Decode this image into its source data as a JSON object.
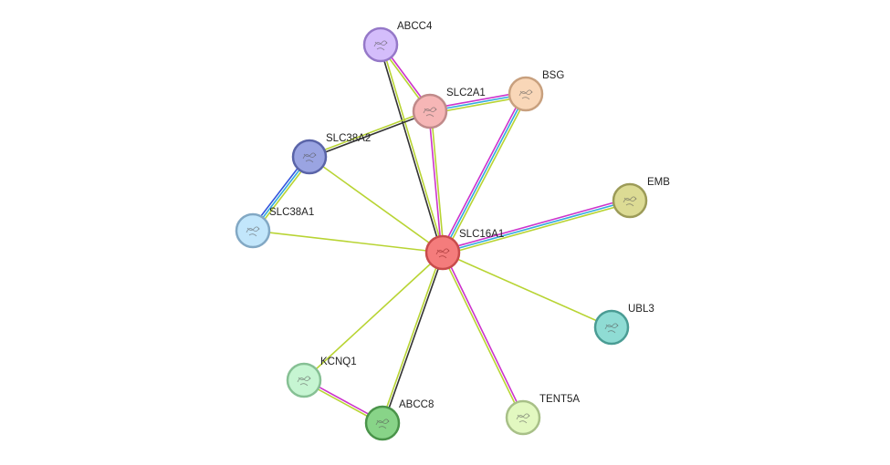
{
  "network": {
    "nodes": [
      {
        "id": "SLC16A1",
        "label": "SLC16A1",
        "fill": "#f47c7c",
        "stroke": "#c84b4b",
        "center": true
      },
      {
        "id": "ABCC4",
        "label": "ABCC4",
        "fill": "#d4bdfb",
        "stroke": "#9578c8"
      },
      {
        "id": "SLC2A1",
        "label": "SLC2A1",
        "fill": "#f6b6b6",
        "stroke": "#c08a8a"
      },
      {
        "id": "BSG",
        "label": "BSG",
        "fill": "#f9d7b8",
        "stroke": "#c8a07e"
      },
      {
        "id": "SLC38A2",
        "label": "SLC38A2",
        "fill": "#9aa4e2",
        "stroke": "#5a64a8"
      },
      {
        "id": "SLC38A1",
        "label": "SLC38A1",
        "fill": "#c2e6fb",
        "stroke": "#82a8c4"
      },
      {
        "id": "EMB",
        "label": "EMB",
        "fill": "#dcdb94",
        "stroke": "#9c9b58"
      },
      {
        "id": "UBL3",
        "label": "UBL3",
        "fill": "#8fdcd4",
        "stroke": "#4a9c94"
      },
      {
        "id": "KCNQ1",
        "label": "KCNQ1",
        "fill": "#c6f5d2",
        "stroke": "#86c094"
      },
      {
        "id": "ABCC8",
        "label": "ABCC8",
        "fill": "#88d488",
        "stroke": "#4a944a"
      },
      {
        "id": "TENT5A",
        "label": "TENT5A",
        "fill": "#e2f8c0",
        "stroke": "#a8c088"
      }
    ],
    "edges": [
      {
        "source": "SLC16A1",
        "target": "ABCC4",
        "colors": [
          "#333333",
          "#b8d433"
        ]
      },
      {
        "source": "SLC16A1",
        "target": "SLC2A1",
        "colors": [
          "#cc33cc",
          "#b8d433"
        ]
      },
      {
        "source": "SLC16A1",
        "target": "BSG",
        "colors": [
          "#cc33cc",
          "#33aadd",
          "#b8d433"
        ]
      },
      {
        "source": "SLC16A1",
        "target": "SLC38A2",
        "colors": [
          "#b8d433"
        ]
      },
      {
        "source": "SLC16A1",
        "target": "SLC38A1",
        "colors": [
          "#b8d433"
        ]
      },
      {
        "source": "SLC16A1",
        "target": "EMB",
        "colors": [
          "#cc33cc",
          "#33aadd",
          "#b8d433"
        ]
      },
      {
        "source": "SLC16A1",
        "target": "UBL3",
        "colors": [
          "#b8d433"
        ]
      },
      {
        "source": "SLC16A1",
        "target": "KCNQ1",
        "colors": [
          "#b8d433"
        ]
      },
      {
        "source": "SLC16A1",
        "target": "ABCC8",
        "colors": [
          "#333333",
          "#b8d433"
        ]
      },
      {
        "source": "SLC16A1",
        "target": "TENT5A",
        "colors": [
          "#cc33cc",
          "#b8d433"
        ]
      },
      {
        "source": "ABCC4",
        "target": "SLC2A1",
        "colors": [
          "#cc33cc",
          "#b8d433"
        ]
      },
      {
        "source": "SLC2A1",
        "target": "BSG",
        "colors": [
          "#cc33cc",
          "#33aadd",
          "#b8d433"
        ]
      },
      {
        "source": "SLC2A1",
        "target": "SLC38A2",
        "colors": [
          "#333333",
          "#b8d433"
        ]
      },
      {
        "source": "SLC38A2",
        "target": "SLC38A1",
        "colors": [
          "#b8d433",
          "#33aadd",
          "#3355dd"
        ]
      },
      {
        "source": "KCNQ1",
        "target": "ABCC8",
        "colors": [
          "#cc33cc",
          "#b8d433"
        ]
      }
    ]
  }
}
